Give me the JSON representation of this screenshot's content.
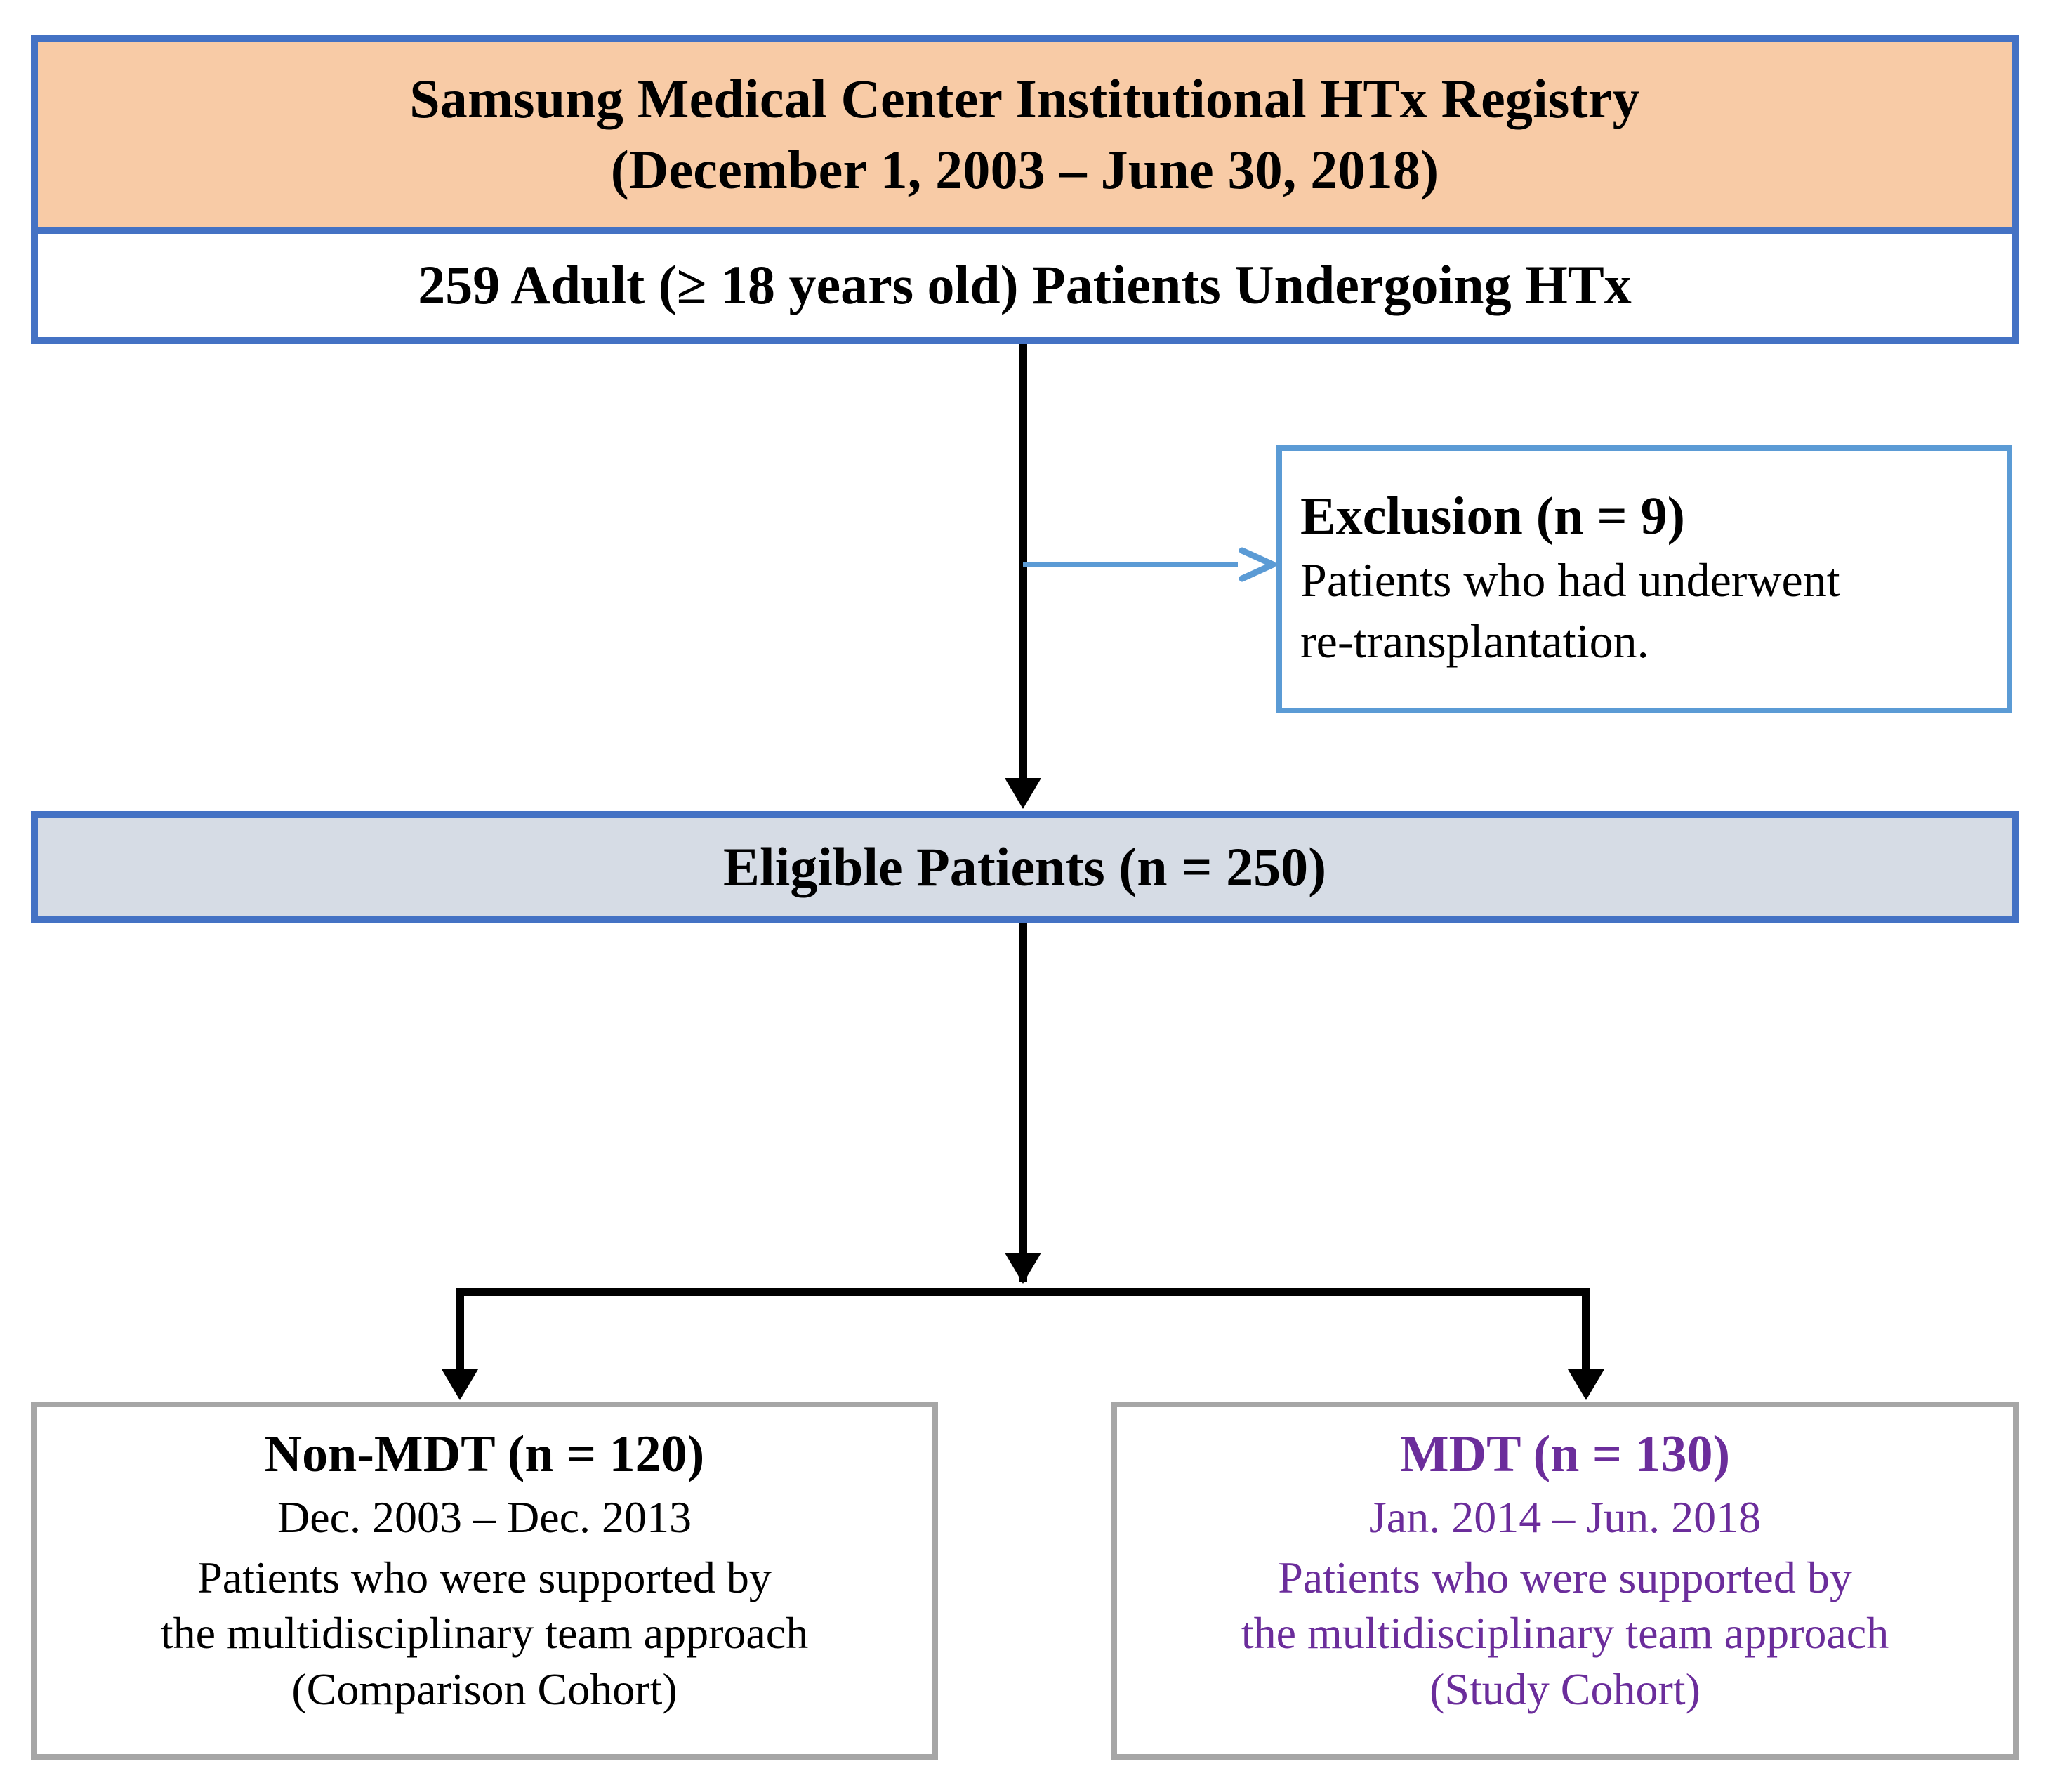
{
  "diagram": {
    "type": "flowchart",
    "title": "Study population flow diagram",
    "colors": {
      "registry_fill": "#F8CBA6",
      "registry_border": "#4472C4",
      "adults_fill": "#FFFFFF",
      "adults_border": "#4472C4",
      "exclusion_border": "#5B9BD5",
      "eligible_fill": "#D6DCE5",
      "eligible_border": "#4472C4",
      "cohort_border": "#A6A6A6",
      "mdt_text": "#6B2D9B",
      "arrow_black": "#000000",
      "arrow_blue": "#5B9BD5"
    }
  },
  "registry": {
    "line1": "Samsung Medical Center Institutional HTx Registry",
    "line2": "(December 1, 2003 – June 30, 2018)"
  },
  "adults": {
    "line1": "259 Adult (≥ 18 years old) Patients Undergoing HTx"
  },
  "exclusion": {
    "heading": "Exclusion (n = 9)",
    "detail_line1": "Patients who had underwent",
    "detail_line2": "re-transplantation."
  },
  "eligible": {
    "line1": "Eligible Patients (n = 250)"
  },
  "cohorts": [
    {
      "title": "Non-MDT (n = 120)",
      "period": "Dec. 2003 – Dec. 2013",
      "desc_line1": "Patients who were supported by",
      "desc_line2": "the multidisciplinary team approach",
      "desc_line3": "(Comparison Cohort)"
    },
    {
      "title": "MDT (n = 130)",
      "period": "Jan. 2014 – Jun. 2018",
      "desc_line1": "Patients who were supported by",
      "desc_line2": "the multidisciplinary team approach",
      "desc_line3": "(Study Cohort)"
    }
  ]
}
